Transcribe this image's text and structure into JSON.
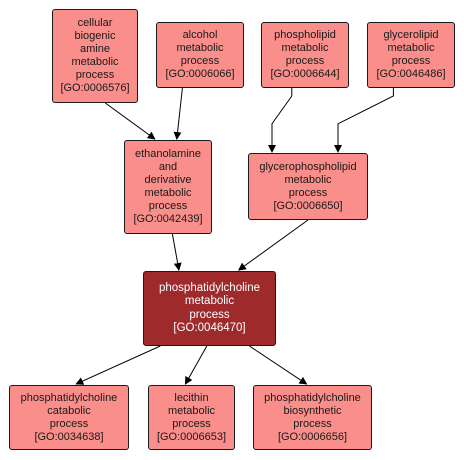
{
  "nodes": [
    {
      "id": "n1",
      "lines": [
        "cellular",
        "biogenic",
        "amine",
        "metabolic",
        "process",
        "[GO:0006576]"
      ]
    },
    {
      "id": "n2",
      "lines": [
        "alcohol",
        "metabolic",
        "process",
        "[GO:0006066]"
      ]
    },
    {
      "id": "n3",
      "lines": [
        "phospholipid",
        "metabolic",
        "process",
        "[GO:0006644]"
      ]
    },
    {
      "id": "n4",
      "lines": [
        "glycerolipid",
        "metabolic",
        "process",
        "[GO:0046486]"
      ]
    },
    {
      "id": "n5",
      "lines": [
        "ethanolamine",
        "and",
        "derivative",
        "metabolic",
        "process",
        "[GO:0042439]"
      ]
    },
    {
      "id": "n6",
      "lines": [
        "glycerophospholipid",
        "metabolic",
        "process",
        "[GO:0006650]"
      ]
    },
    {
      "id": "n7",
      "lines": [
        "phosphatidylcholine",
        "metabolic",
        "process",
        "[GO:0046470]"
      ],
      "focus": true
    },
    {
      "id": "n8",
      "lines": [
        "phosphatidylcholine",
        "catabolic",
        "process",
        "[GO:0034638]"
      ]
    },
    {
      "id": "n9",
      "lines": [
        "lecithin",
        "metabolic",
        "process",
        "[GO:0006653]"
      ]
    },
    {
      "id": "n10",
      "lines": [
        "phosphatidylcholine",
        "biosynthetic",
        "process",
        "[GO:0006656]"
      ]
    }
  ],
  "edges": [
    {
      "from": "n1",
      "to": "n5"
    },
    {
      "from": "n2",
      "to": "n5"
    },
    {
      "from": "n3",
      "to": "n6"
    },
    {
      "from": "n4",
      "to": "n6"
    },
    {
      "from": "n5",
      "to": "n7"
    },
    {
      "from": "n6",
      "to": "n7"
    },
    {
      "from": "n7",
      "to": "n8"
    },
    {
      "from": "n7",
      "to": "n9"
    },
    {
      "from": "n7",
      "to": "n10"
    }
  ]
}
